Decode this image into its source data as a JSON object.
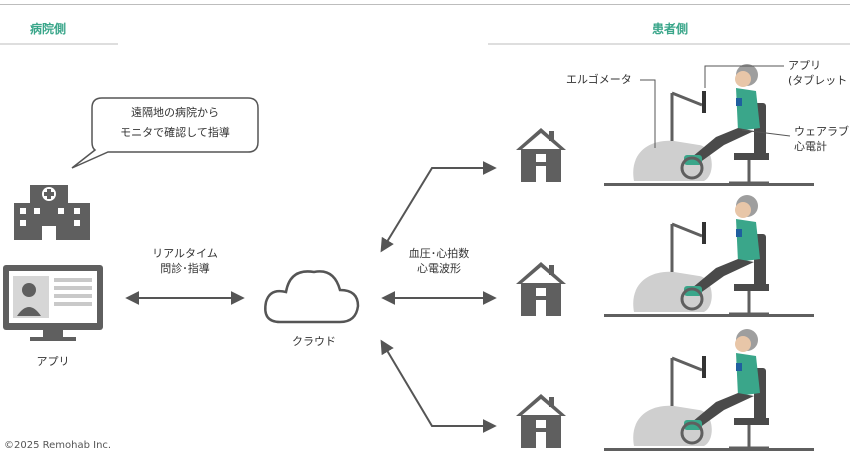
{
  "hospital_side": {
    "header": "病院側"
  },
  "patient_side": {
    "header": "患者側"
  },
  "speech_bubble": {
    "line1": "遠隔地の病院から",
    "line2": "モニタで確認して指導"
  },
  "hospital": {
    "app_label": "アプリ"
  },
  "link_hospital_cloud": {
    "line1": "リアルタイム",
    "line2": "問診･指導"
  },
  "cloud": {
    "label": "クラウド"
  },
  "link_cloud_patients": {
    "line1": "血圧･心拍数",
    "line2": "心電波形"
  },
  "equipment_labels": {
    "ergometer": "エルゴメータ",
    "app_line1": "アプリ",
    "app_line2": "(タブレット",
    "wearable_line1": "ウェアラブ",
    "wearable_line2": "心電計"
  },
  "copyright": "©2025 Remohab Inc.",
  "colors": {
    "accent": "#3aa68a",
    "house": "#5f5f5f",
    "gray": "#c9c9c9",
    "arrow": "#555555"
  }
}
